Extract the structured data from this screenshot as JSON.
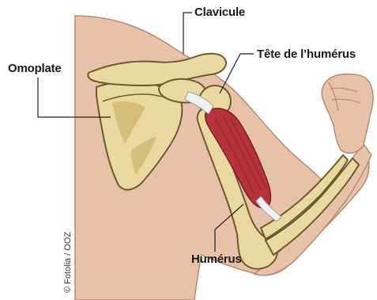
{
  "labels": {
    "clavicule": "Clavicule",
    "tete_humerus": "Tête de l’humérus",
    "omoplate": "Omoplate",
    "humerus": "Humérus"
  },
  "credit": "© Fotolia / OOZ",
  "colors": {
    "skin": "#e8c2a8",
    "skin_outline": "#b88a70",
    "bone": "#e9d9a0",
    "bone_outline": "#6b5a2e",
    "bone_shadow": "#c9b46a",
    "muscle": "#b5333a",
    "muscle_dark": "#7d1d24",
    "tendon": "#eef0f2",
    "leader_line": "#222222"
  }
}
